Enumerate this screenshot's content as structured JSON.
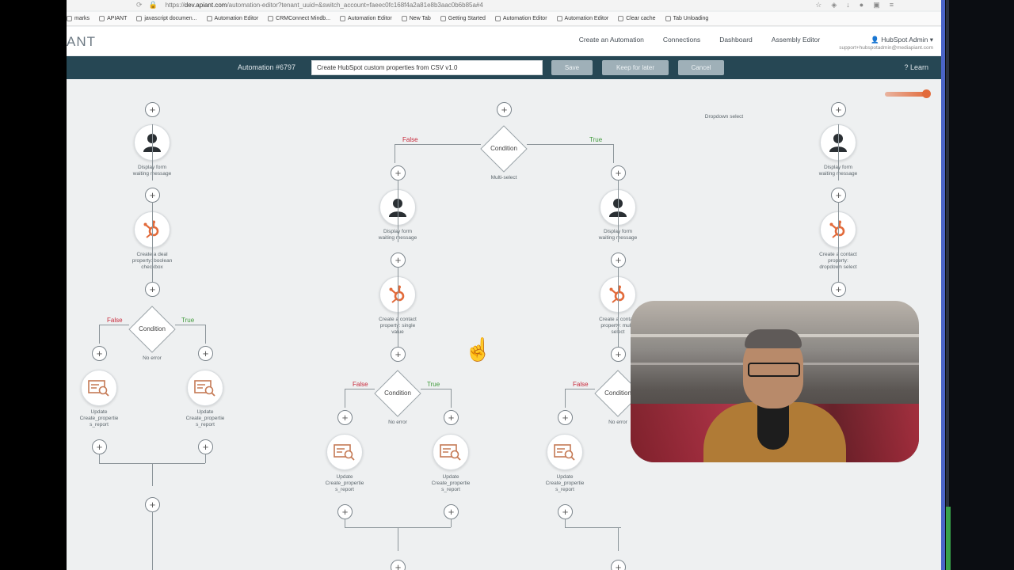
{
  "browser": {
    "url_host": "dev.apiant.com",
    "url_rest": "/automation-editor?tenant_uuid=&switch_account=faeec0fc168f4a2a81e8b3aac0b6b85a#4",
    "url_scheme": "https://",
    "bookmarks": [
      "marks",
      "APIANT",
      "javascript documen...",
      "Automation Editor",
      "CRMConnect Mindb...",
      "Automation Editor",
      "New Tab",
      "Getting Started",
      "Automation Editor",
      "Automation Editor",
      "Clear cache",
      "Tab Unloading"
    ]
  },
  "app": {
    "logo": "ANT",
    "nav": [
      "Create an Automation",
      "Connections",
      "Dashboard",
      "Assembly Editor"
    ],
    "user_name": "HubSpot Admin",
    "user_email": "support+hubspotadmin@mediapiant.com"
  },
  "toolbar": {
    "automation_label": "Automation #6797",
    "name_value": "Create HubSpot custom properties from CSV v1.0",
    "save": "Save",
    "keep": "Keep for later",
    "cancel": "Cancel",
    "learn": "Learn"
  },
  "canvas": {
    "dropdown_label": "Dropdown select",
    "multi_label": "Multi-select",
    "condition": "Condition",
    "false_label": "False",
    "true_label": "True",
    "no_error": "No error",
    "display_form": "Display form\nwaiting message",
    "deal_bool": "Create a deal\nproperty: boolean\ncheckbox",
    "contact_single": "Create a contact\nproperty: single\nvalue",
    "contact_multi": "Create a contact\nproperty: multi-\nselect",
    "contact_dropdown": "Create a contact\nproperty:\ndropdown select",
    "update_report": "Update\nCreate_propertie\ns_report"
  },
  "colors": {
    "toolbar_bg": "#264754",
    "hubspot_orange": "#e26a3a",
    "false_red": "#c8283a",
    "true_green": "#3f9a3a"
  }
}
